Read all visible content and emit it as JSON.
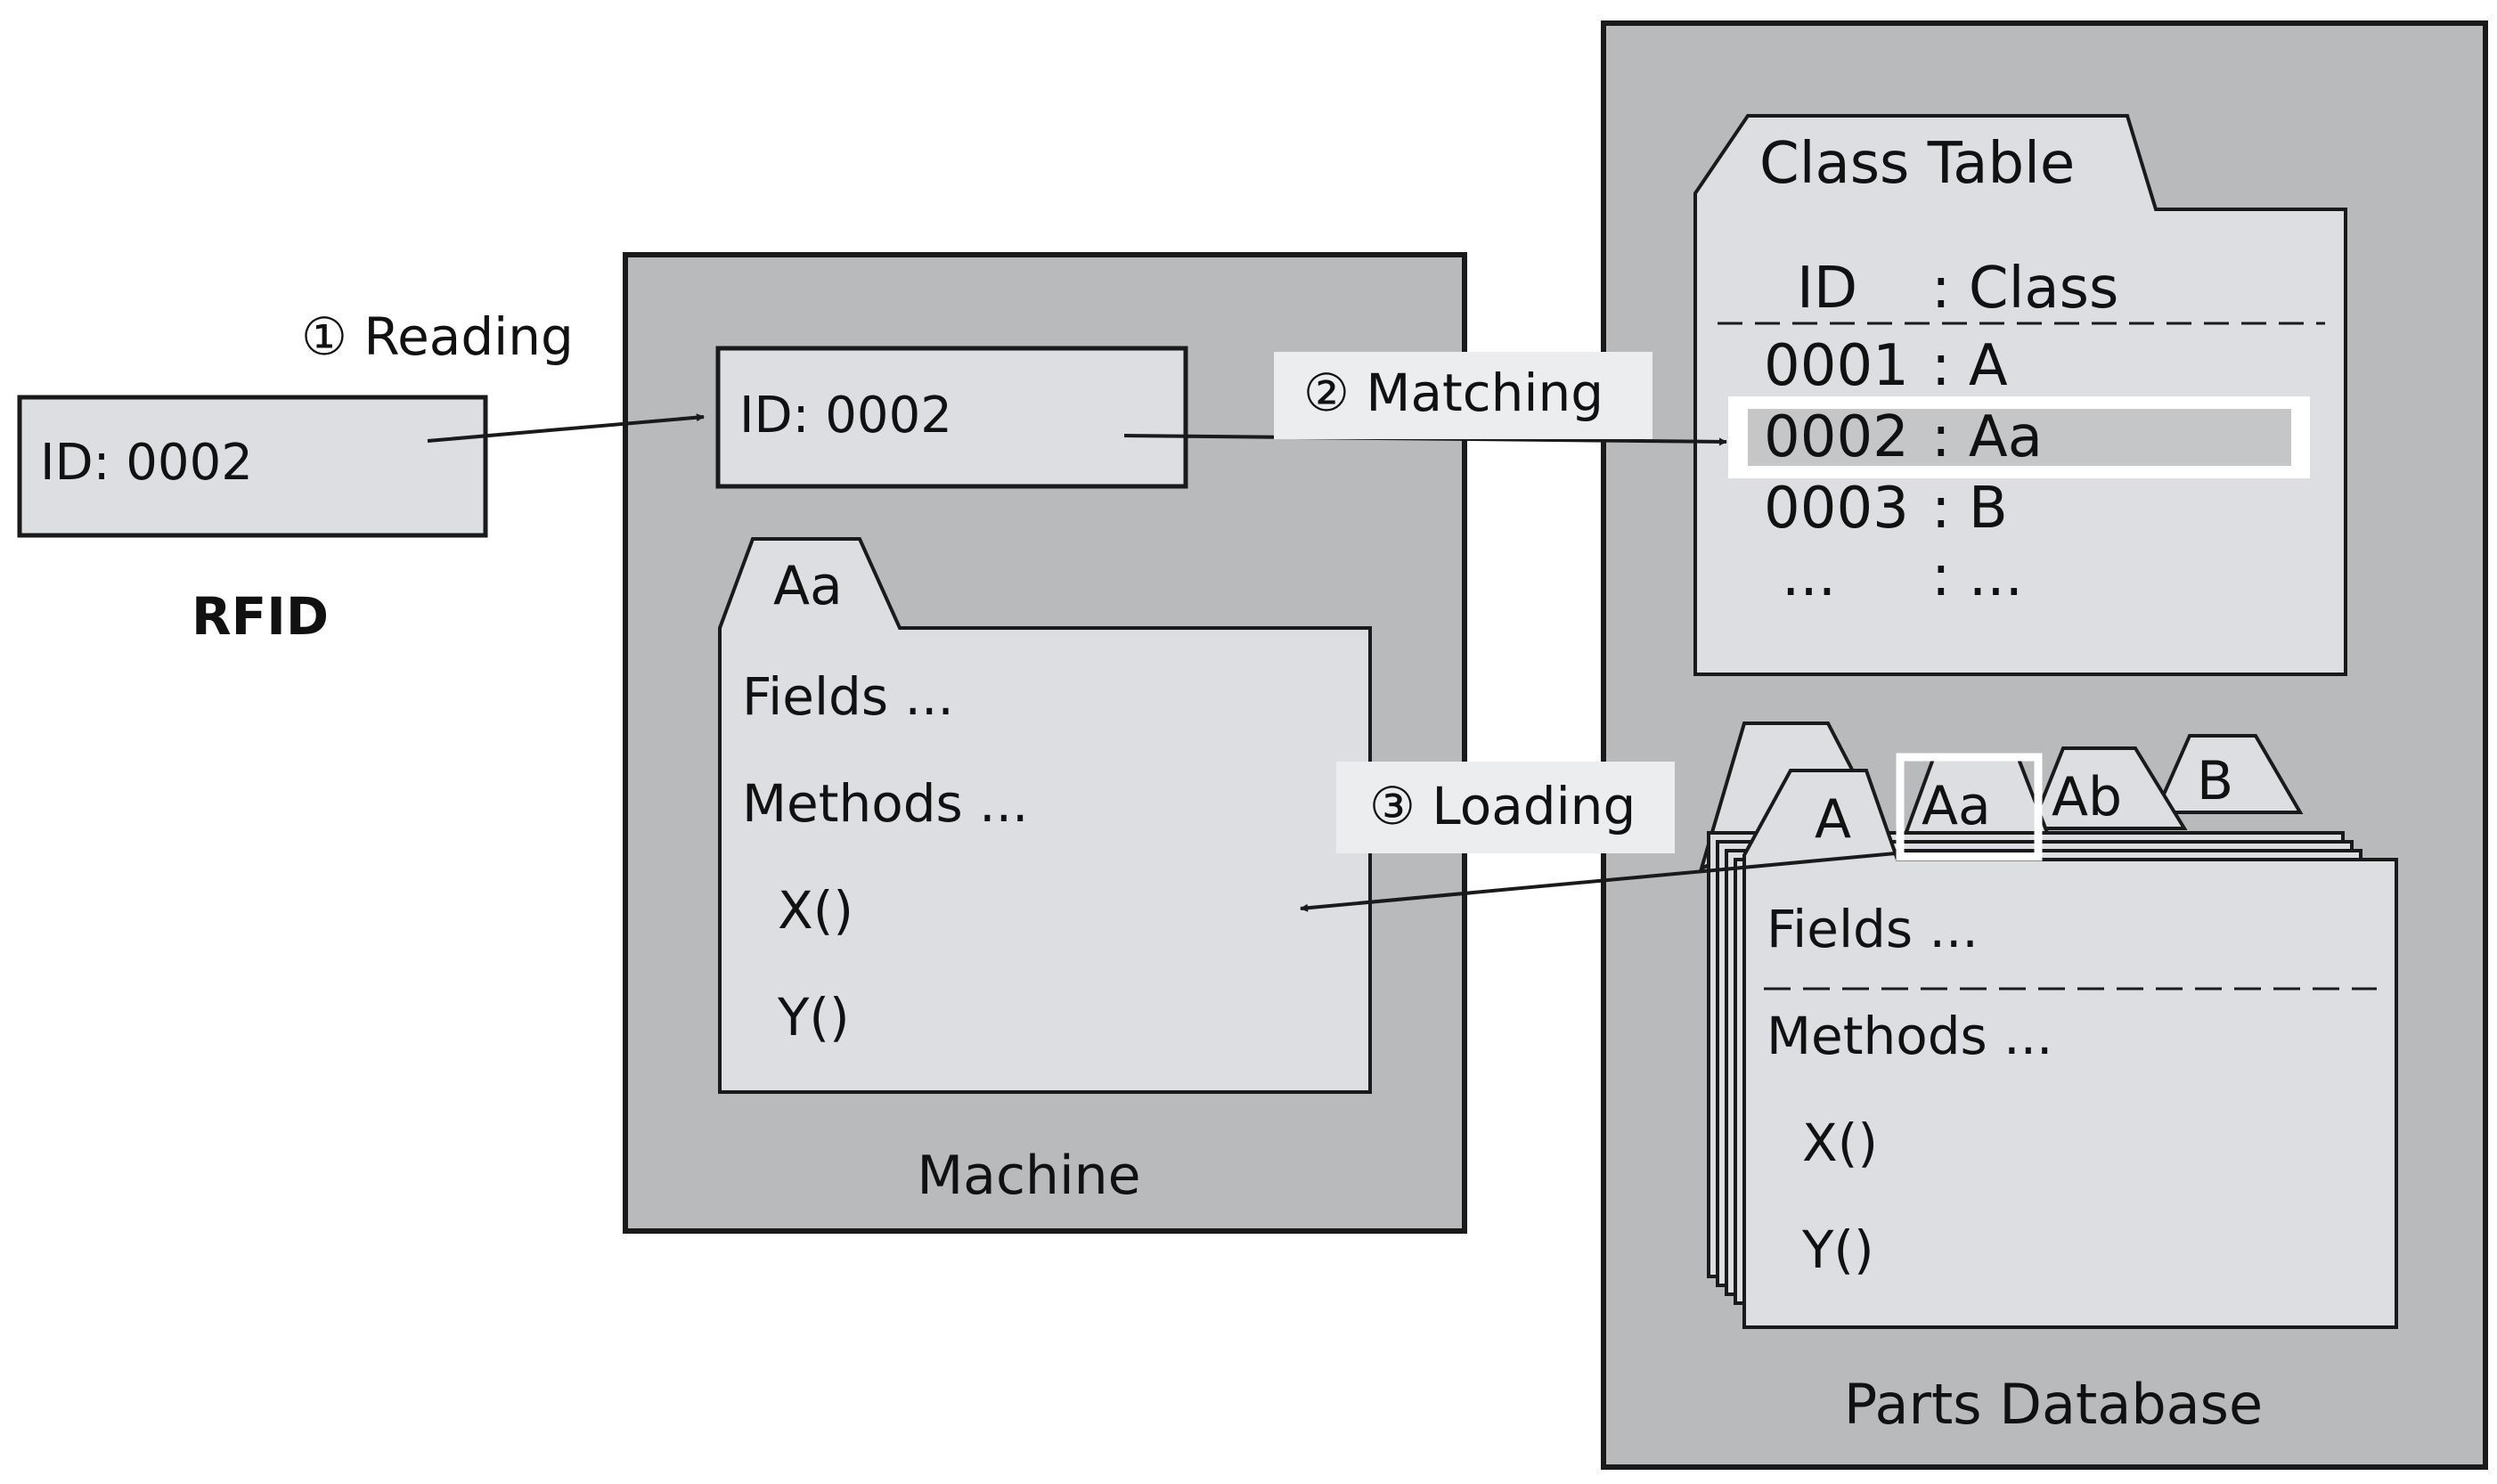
{
  "rfid": {
    "id_text": "ID: 0002",
    "label": "RFID"
  },
  "steps": {
    "reading": "① Reading",
    "matching": "② Matching",
    "loading": "③ Loading"
  },
  "machine": {
    "label": "Machine",
    "id_text": "ID: 0002",
    "folder_tab": "Aa",
    "fields": "Fields ...",
    "methods": "Methods ...",
    "method_x": "X()",
    "method_y": "Y()"
  },
  "parts_database": {
    "label": "Parts Database",
    "class_table": {
      "title": "Class Table",
      "header_id": "ID",
      "header_class": ": Class",
      "rows": [
        {
          "id": "0001",
          "cls": ": A"
        },
        {
          "id": "0002",
          "cls": ": Aa",
          "highlighted": true
        },
        {
          "id": "0003",
          "cls": ": B"
        },
        {
          "id": "...",
          "cls": ": ..."
        }
      ]
    },
    "class_files": {
      "tabs": [
        "A",
        "Aa",
        "Ab",
        "B"
      ],
      "fields": "Fields ...",
      "methods": "Methods ...",
      "method_x": "X()",
      "method_y": "Y()"
    }
  },
  "colors": {
    "panel_fill": "#b9babc",
    "box_fill": "#dcdee1",
    "highlight_fill": "#c4c6c8",
    "stroke": "#1a1a1a"
  }
}
